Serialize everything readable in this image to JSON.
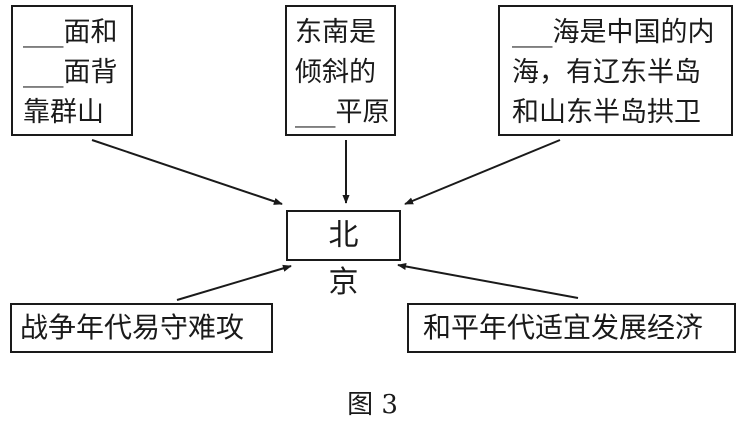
{
  "center": {
    "label": "北 京"
  },
  "top_left": {
    "lines": [
      "___面和",
      "___面背",
      "靠群山"
    ]
  },
  "top_middle": {
    "lines": [
      "东南是",
      "倾斜的",
      "___平原"
    ]
  },
  "top_right": {
    "lines": [
      "___海是中国的内",
      "海，有辽东半岛",
      "和山东半岛拱卫"
    ]
  },
  "bottom_left": {
    "label": "战争年代易守难攻"
  },
  "bottom_right": {
    "label": "和平年代适宜发展经济"
  },
  "caption": "图 3"
}
